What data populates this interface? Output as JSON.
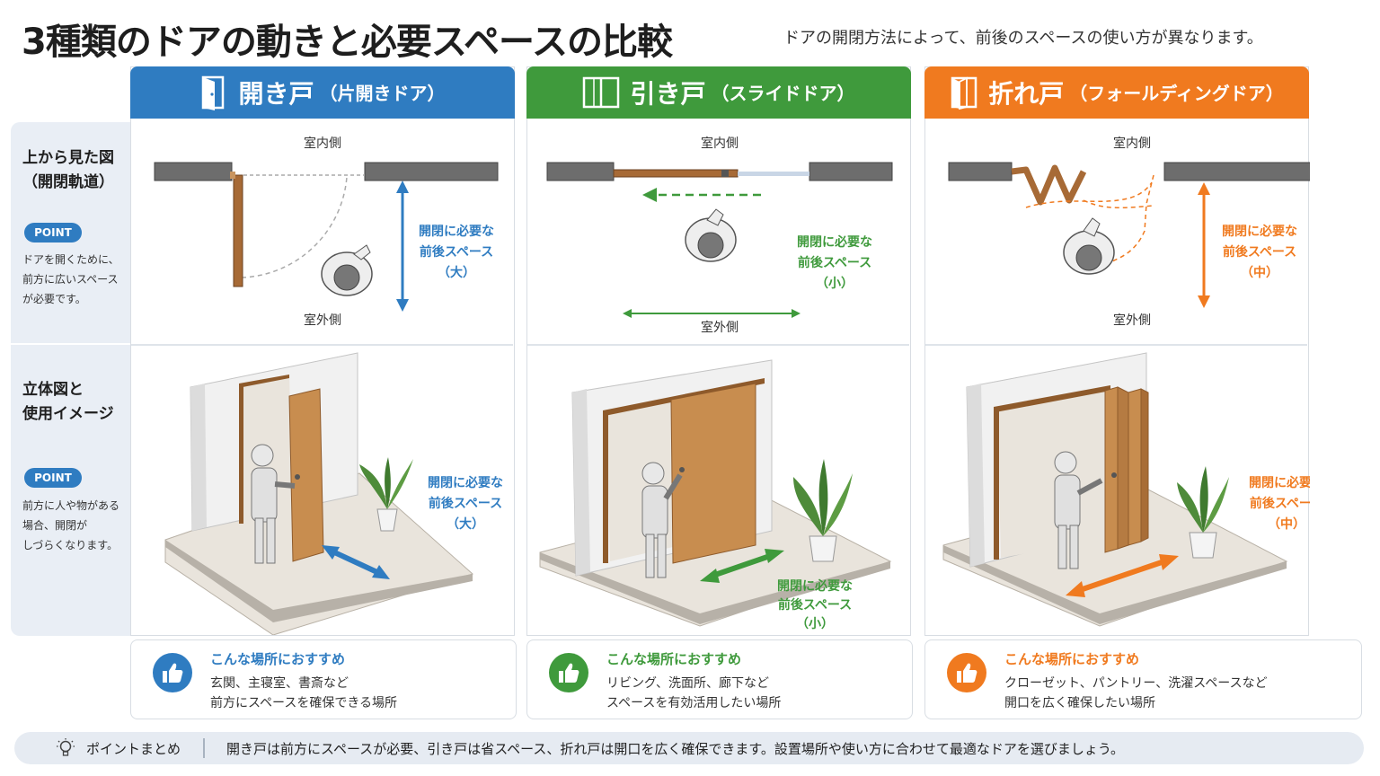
{
  "title": "3種類のドアの動きと必要スペースの比較",
  "subtitle": "ドアの開閉方法によって、前後のスペースの使い方が異なります。",
  "sidebar": {
    "top_heading": "上から見た図\n（開閉軌道）",
    "top_point": "POINT",
    "top_text": "ドアを開くために、\n前方に広いスペース\nが必要です。",
    "bottom_heading": "立体図と\n使用イメージ",
    "bottom_point": "POINT",
    "bottom_text": "前方に人や物がある\n場合、開閉が\nしづらくなります。"
  },
  "colors": {
    "blue": "#2f7cc1",
    "green": "#3f9a3c",
    "orange": "#f07a1f"
  },
  "panels": [
    {
      "title": "開き戸",
      "subtitle": "（片開きドア）",
      "icon": "hinged-door-icon",
      "inside": "室内側",
      "outside": "室外側",
      "plan_label_1": "開閉に必要な",
      "plan_label_2": "前後スペース",
      "plan_label_3": "（大）",
      "view_label_1": "開閉に必要な",
      "view_label_2": "前後スペース",
      "view_label_3": "（大）",
      "rec_title": "こんな場所におすすめ",
      "rec_line1": "玄関、主寝室、書斎など",
      "rec_line2": "前方にスペースを確保できる場所"
    },
    {
      "title": "引き戸",
      "subtitle": "（スライドドア）",
      "icon": "sliding-door-icon",
      "inside": "室内側",
      "outside": "室外側",
      "plan_label_1": "開閉に必要な",
      "plan_label_2": "前後スペース",
      "plan_label_3": "（小）",
      "view_label_1": "開閉に必要な",
      "view_label_2": "前後スペース",
      "view_label_3": "（小）",
      "rec_title": "こんな場所におすすめ",
      "rec_line1": "リビング、洗面所、廊下など",
      "rec_line2": "スペースを有効活用したい場所"
    },
    {
      "title": "折れ戸",
      "subtitle": "（フォールディングドア）",
      "icon": "folding-door-icon",
      "inside": "室内側",
      "outside": "室外側",
      "plan_label_1": "開閉に必要な",
      "plan_label_2": "前後スペース",
      "plan_label_3": "（中）",
      "view_label_1": "開閉に必要な",
      "view_label_2": "前後スペース",
      "view_label_3": "（中）",
      "rec_title": "こんな場所におすすめ",
      "rec_line1": "クローゼット、パントリー、洗濯スペースなど",
      "rec_line2": "開口を広く確保したい場所"
    }
  ],
  "footer": {
    "icon": "lightbulb-icon",
    "label": "ポイントまとめ",
    "text": "開き戸は前方にスペースが必要、引き戸は省スペース、折れ戸は開口を広く確保できます。設置場所や使い方に合わせて最適なドアを選びましょう。"
  }
}
